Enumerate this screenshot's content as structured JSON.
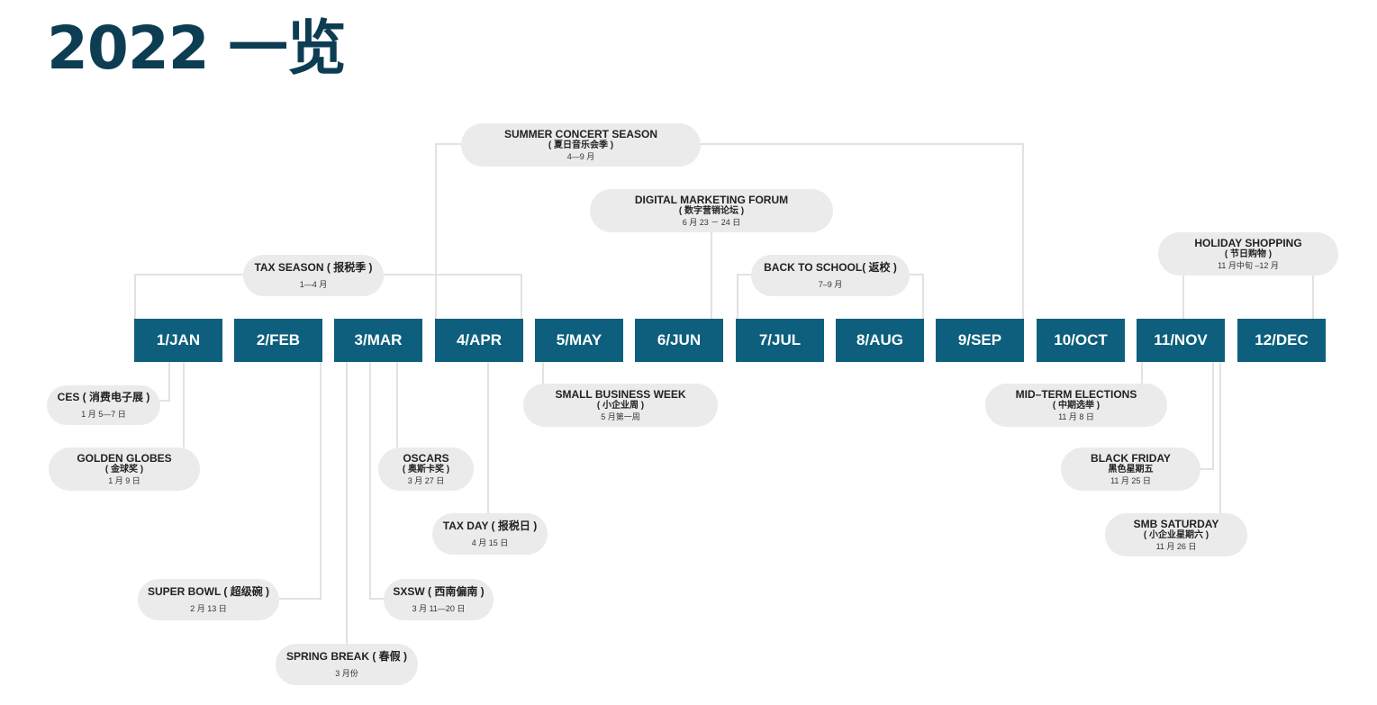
{
  "title": "2022 一览",
  "months": [
    "1/JAN",
    "2/FEB",
    "3/MAR",
    "4/APR",
    "5/MAY",
    "6/JUN",
    "7/JUL",
    "8/AUG",
    "9/SEP",
    "10/OCT",
    "11/NOV",
    "12/DEC"
  ],
  "events": {
    "summer_concert": {
      "title": "SUMMER CONCERT SEASON",
      "sub": "( 夏日音乐会季 )",
      "date": "4—9 月"
    },
    "digital_marketing": {
      "title": "DIGITAL MARKETING FORUM",
      "sub": "( 数字营销论坛 )",
      "date": "6 月 23 － 24 日"
    },
    "tax_season": {
      "title": "TAX SEASON ( 报税季 )",
      "date": "1—4 月"
    },
    "back_to_school": {
      "title": "BACK TO SCHOOL( 返校 )",
      "date": "7–9 月"
    },
    "holiday_shopping": {
      "title": "HOLIDAY SHOPPING",
      "sub": "( 节日购物 )",
      "date": "11 月中旬 –12 月"
    },
    "ces": {
      "title": "CES ( 消费电子展 )",
      "date": "1 月 5—7 日"
    },
    "golden_globes": {
      "title": "GOLDEN GLOBES",
      "sub": "( 金球奖 )",
      "date": "1 月 9 日"
    },
    "small_business_week": {
      "title": "SMALL BUSINESS WEEK",
      "sub": "( 小企业周 )",
      "date": "5 月第一周"
    },
    "oscars": {
      "title": "OSCARS",
      "sub": "( 奥斯卡奖 )",
      "date": "3 月 27 日"
    },
    "tax_day": {
      "title": "TAX DAY ( 报税日 )",
      "date": "4 月 15 日"
    },
    "super_bowl": {
      "title": "SUPER BOWL ( 超级碗 )",
      "date": "2 月 13 日"
    },
    "sxsw": {
      "title": "SXSW ( 西南偏南 )",
      "date": "3 月 11—20 日"
    },
    "spring_break": {
      "title": "SPRING BREAK ( 春假 )",
      "date": "3 月份"
    },
    "midterm": {
      "title": "MID–TERM ELECTIONS",
      "sub": "( 中期选举 )",
      "date": "11 月 8 日"
    },
    "black_friday": {
      "title": "BLACK FRIDAY",
      "sub": "黑色星期五",
      "date": "11 月 25 日"
    },
    "smb_saturday": {
      "title": "SMB SATURDAY",
      "sub": "( 小企业星期六 )",
      "date": "11 月 26 日"
    }
  },
  "colors": {
    "title": "#0d3d53",
    "month_bg": "#0d5f7d",
    "pill_bg": "#ebebeb",
    "connector": "#e2e2e2"
  }
}
